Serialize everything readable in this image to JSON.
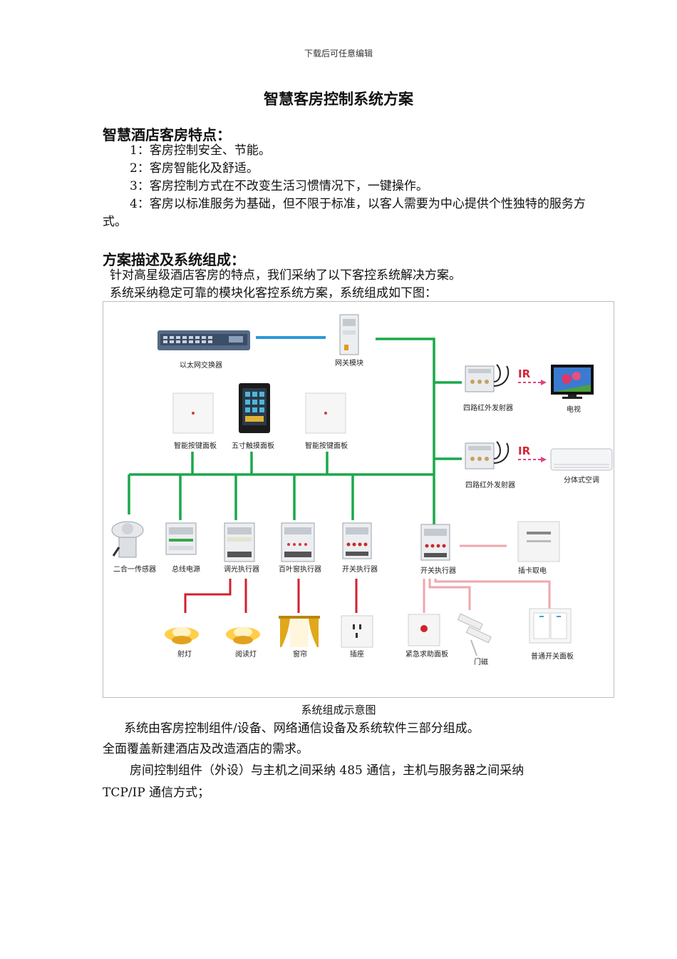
{
  "header_note": "下载后可任意编辑",
  "doc_title": "智慧客房控制系统方案",
  "section1": {
    "heading": "智慧酒店客房特点：",
    "items": [
      "1：客房控制安全、节能。",
      "2：客房智能化及舒适。",
      "3：客房控制方式在不改变生活习惯情况下，一键操作。",
      "4：客房以标准服务为基础，但不限于标准，以客人需要为中心提供个性独特的服务方式。"
    ]
  },
  "section2": {
    "heading": "方案描述及系统组成：",
    "lines": [
      "针对高星级酒店客房的特点，我们采纳了以下客控系统解决方案。",
      "系统采纳稳定可靠的模块化客控系统方案，系统组成如下图："
    ]
  },
  "diagram": {
    "labels": {
      "switch": "以太网交换器",
      "gateway": "网关模块",
      "panel_left": "智能按键面板",
      "touch_panel": "五寸触摸面板",
      "panel_right": "智能按键面板",
      "ir1": "四路红外发射器",
      "tv": "电视",
      "ir2": "四路红外发射器",
      "ac": "分体式空调",
      "ir_tag_1": "IR",
      "ir_tag_2": "IR",
      "sensor": "二合一传感器",
      "bus_power": "总线电源",
      "dimmer": "调光执行器",
      "blind": "百叶窗执行器",
      "relay1": "开关执行器",
      "relay2": "开关执行器",
      "card": "插卡取电",
      "spotlight": "射灯",
      "reading": "阅读灯",
      "curtain": "窗帘",
      "socket": "插座",
      "emergency": "紧急求助面板",
      "door": "门磁",
      "normal_switch": "普通开关面板"
    },
    "colors": {
      "bus": "#1aa84a",
      "network": "#2a9ad6",
      "power": "#d3202c",
      "signal": "#f0a6ad"
    }
  },
  "caption": "系统组成示意图",
  "body_paragraphs": [
    "系统由客房控制组件/设备、网络通信设备及系统软件三部分组成。",
    "全面覆盖新建酒店及改造酒店的需求。",
    "房间控制组件（外设）与主机之间采纳 485 通信，主机与服务器之间采纳",
    "TCP/IP 通信方式；"
  ]
}
